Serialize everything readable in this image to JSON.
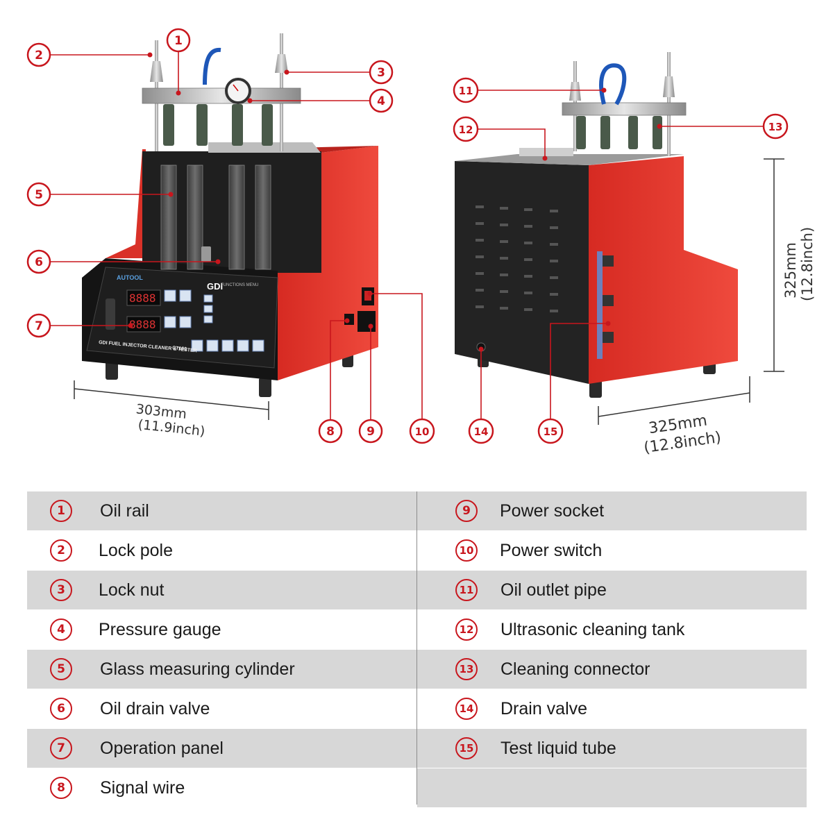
{
  "dimensions": {
    "width_mm": "303mm",
    "width_in": "(11.9inch)",
    "depth_mm": "325mm",
    "depth_in": "(12.8inch)",
    "height_mm": "325mm",
    "height_in": "(12.8inch)"
  },
  "panel": {
    "brand": "AUTOOL",
    "gdi": "GDI",
    "product": "GDI FUEL INJECTOR CLEANER & TESTER",
    "model": "CT160",
    "functions_title": "FUNCTIONS MENU",
    "display_top": "8888",
    "display_bottom": "8888"
  },
  "callout_numbers": [
    "1",
    "2",
    "3",
    "4",
    "5",
    "6",
    "7",
    "8",
    "9",
    "10",
    "11",
    "12",
    "13",
    "14",
    "15"
  ],
  "legend": {
    "left": [
      {
        "number": "1",
        "label": "Oil rail"
      },
      {
        "number": "2",
        "label": "Lock pole"
      },
      {
        "number": "3",
        "label": "Lock nut"
      },
      {
        "number": "4",
        "label": "Pressure gauge"
      },
      {
        "number": "5",
        "label": "Glass measuring cylinder"
      },
      {
        "number": "6",
        "label": "Oil drain valve"
      },
      {
        "number": "7",
        "label": "Operation panel"
      },
      {
        "number": "8",
        "label": "Signal wire"
      }
    ],
    "right": [
      {
        "number": "9",
        "label": "Power socket"
      },
      {
        "number": "10",
        "label": "Power switch"
      },
      {
        "number": "11",
        "label": "Oil outlet pipe"
      },
      {
        "number": "12",
        "label": "Ultrasonic cleaning tank"
      },
      {
        "number": "13",
        "label": "Cleaning connector"
      },
      {
        "number": "14",
        "label": "Drain valve"
      },
      {
        "number": "15",
        "label": "Test liquid tube"
      }
    ]
  },
  "colors": {
    "accent_red": "#c8161d",
    "body_red": "#e0342c",
    "panel_black": "#1b1b1b",
    "row_shade": "#d7d7d7"
  }
}
